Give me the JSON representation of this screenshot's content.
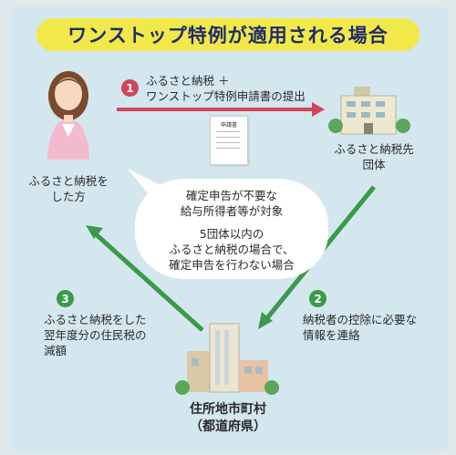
{
  "title": "ワンストップ特例が適用される場合",
  "person": {
    "label_line1": "ふるさと納税を",
    "label_line2": "した方"
  },
  "destination": {
    "label_line1": "ふるさと納税先",
    "label_line2": "団体"
  },
  "residence": {
    "label_line1": "住所地市町村",
    "label_line2": "（都道府県）"
  },
  "step1": {
    "number": "1",
    "line1": "ふるさと納税 ＋",
    "line2": "ワンストップ特例申請書の提出"
  },
  "step2": {
    "number": "2",
    "line1": "納税者の控除に必要な",
    "line2": "情報を連絡"
  },
  "step3": {
    "number": "3",
    "line1": "ふるさと納税をした",
    "line2": "翌年度分の住民税の",
    "line3": "減額"
  },
  "document": {
    "label": "申請書"
  },
  "bubble": {
    "line1": "確定申告が不要な",
    "line2": "給与所得者等が対象",
    "line3": "5団体以内の",
    "line4": "ふるさと納税の場合で、",
    "line5": "確定申告を行わない場合"
  },
  "colors": {
    "banner": "#f1e84a",
    "arrow_red": "#d1465c",
    "arrow_green": "#3a9a4a",
    "background": "#d4e7ef"
  }
}
